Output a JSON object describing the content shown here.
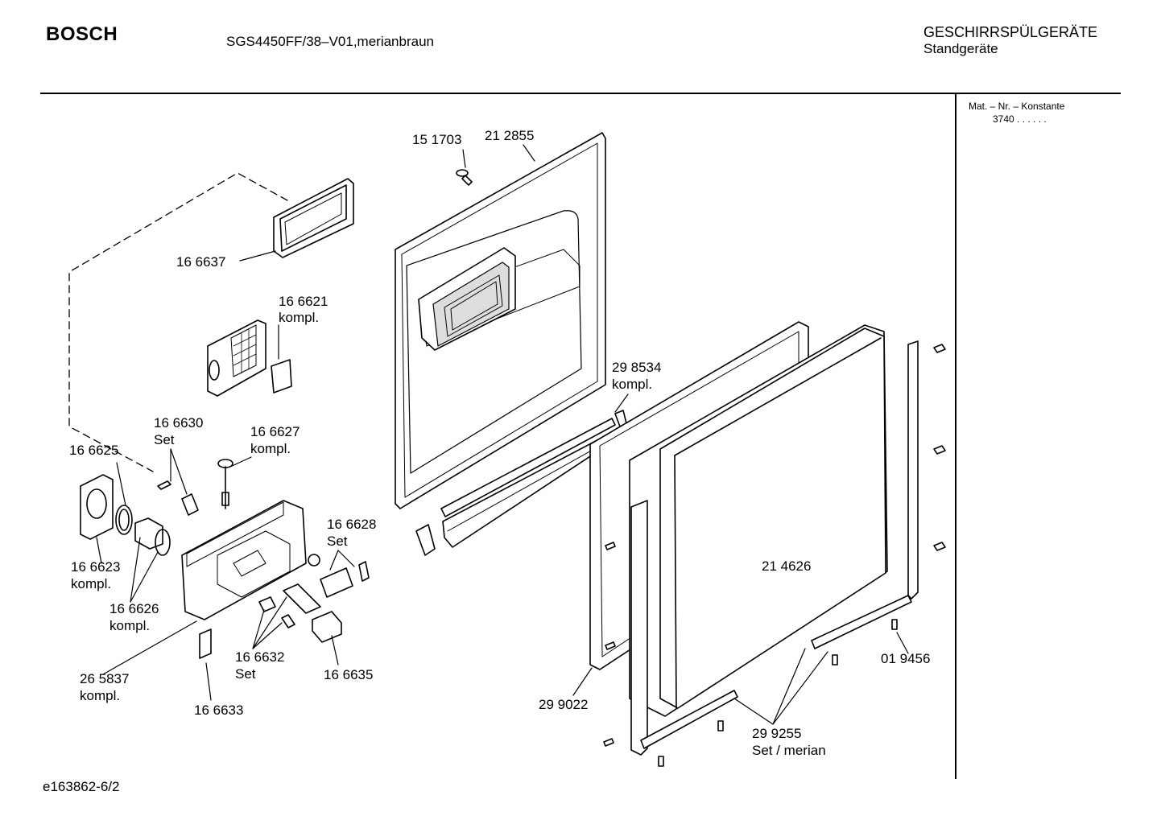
{
  "header": {
    "brand": "BOSCH",
    "model": "SGS4450FF/38–V01,merianbraun",
    "category_line1": "GESCHIRRSPÜLGERÄTE",
    "category_line2": "Standgeräte"
  },
  "side_panel": {
    "label": "Mat. – Nr. – Konstante",
    "value": "3740  .  .    .  .  .  ."
  },
  "footer": {
    "code": "e163862-6/2"
  },
  "parts": {
    "p151703": "15 1703",
    "p212855": "21 2855",
    "p166637": "16 6637",
    "p166621": "16 6621",
    "p166621_note": "kompl.",
    "p298534": "29 8534",
    "p298534_note": "kompl.",
    "p166630": "16 6630",
    "p166630_note": "Set",
    "p166627": "16 6627",
    "p166627_note": "kompl.",
    "p166625": "16 6625",
    "p166628": "16 6628",
    "p166628_note": "Set",
    "p166623": "16 6623",
    "p166623_note": "kompl.",
    "p166626": "16 6626",
    "p166626_note": "kompl.",
    "p214626": "21 4626",
    "p265837": "26 5837",
    "p265837_note": "kompl.",
    "p166632": "16 6632",
    "p166632_note": "Set",
    "p166635": "16 6635",
    "p019456": "01 9456",
    "p299022": "29 9022",
    "p166633": "16 6633",
    "p299255": "29 9255",
    "p299255_note": "Set / merian"
  }
}
